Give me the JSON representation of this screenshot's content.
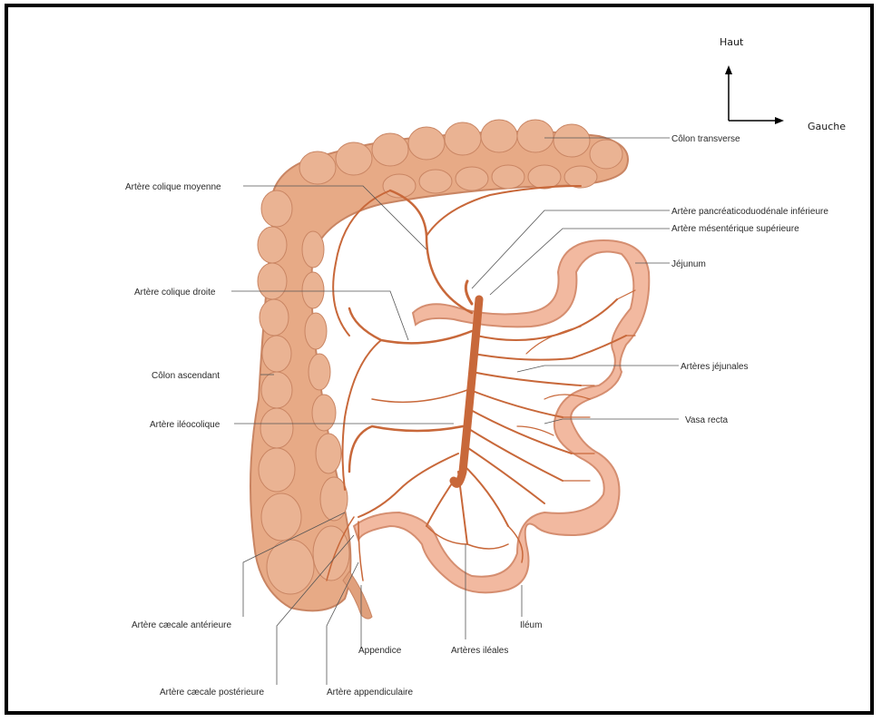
{
  "orientation": {
    "up": "Haut",
    "left": "Gauche"
  },
  "labels": {
    "colon_transverse": "Côlon transverse",
    "middle_colic": "Artère colique moyenne",
    "pancreaticoduodenal": "Artère pancréaticoduodénale inférieure",
    "superior_mesenteric": "Artère mésentérique supérieure",
    "jejunum": "Jéjunum",
    "right_colic": "Artère colique droite",
    "jejunal_arteries": "Artères jéjunales",
    "ascending_colon": "Côlon ascendant",
    "vasa_recta": "Vasa recta",
    "ileocolic": "Artère iléocolique",
    "anterior_cecal": "Artère cæcale antérieure",
    "appendix": "Appendice",
    "ileal_arteries": "Artères iléales",
    "ileum": "Iléum",
    "posterior_cecal": "Artère cæcale postérieure",
    "appendicular": "Artère appendiculaire"
  },
  "colors": {
    "colon_fill": "#e7aa86",
    "colon_shade": "#c98563",
    "intestine_fill": "#f2b9a0",
    "artery": "#c8683a",
    "frame": "#000000"
  }
}
